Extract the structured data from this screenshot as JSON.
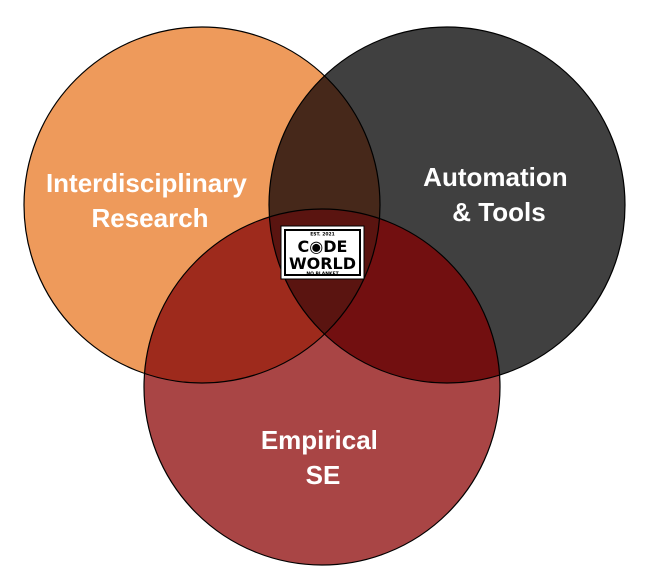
{
  "diagram": {
    "circles": [
      {
        "id": "interdisciplinary",
        "label_lines": [
          "Interdisciplinary",
          "Research"
        ],
        "color": "#ee9a5b"
      },
      {
        "id": "automation",
        "label_lines": [
          "Automation",
          "& Tools"
        ],
        "color": "#404040"
      },
      {
        "id": "empirical",
        "label_lines": [
          "Empirical",
          "SE"
        ],
        "color": "#a94545"
      }
    ],
    "overlap_colors": {
      "interdisciplinary_automation": "#46281a",
      "interdisciplinary_empirical": "#9e2a1c",
      "automation_empirical": "#720f10",
      "center": "#5a1410"
    },
    "logo": {
      "top_text": "EST. 2021",
      "line1": "C◉DE",
      "line2": "WORLD",
      "bottom_text": "NO BLANKET",
      "icon": "snowflake-icon"
    }
  }
}
